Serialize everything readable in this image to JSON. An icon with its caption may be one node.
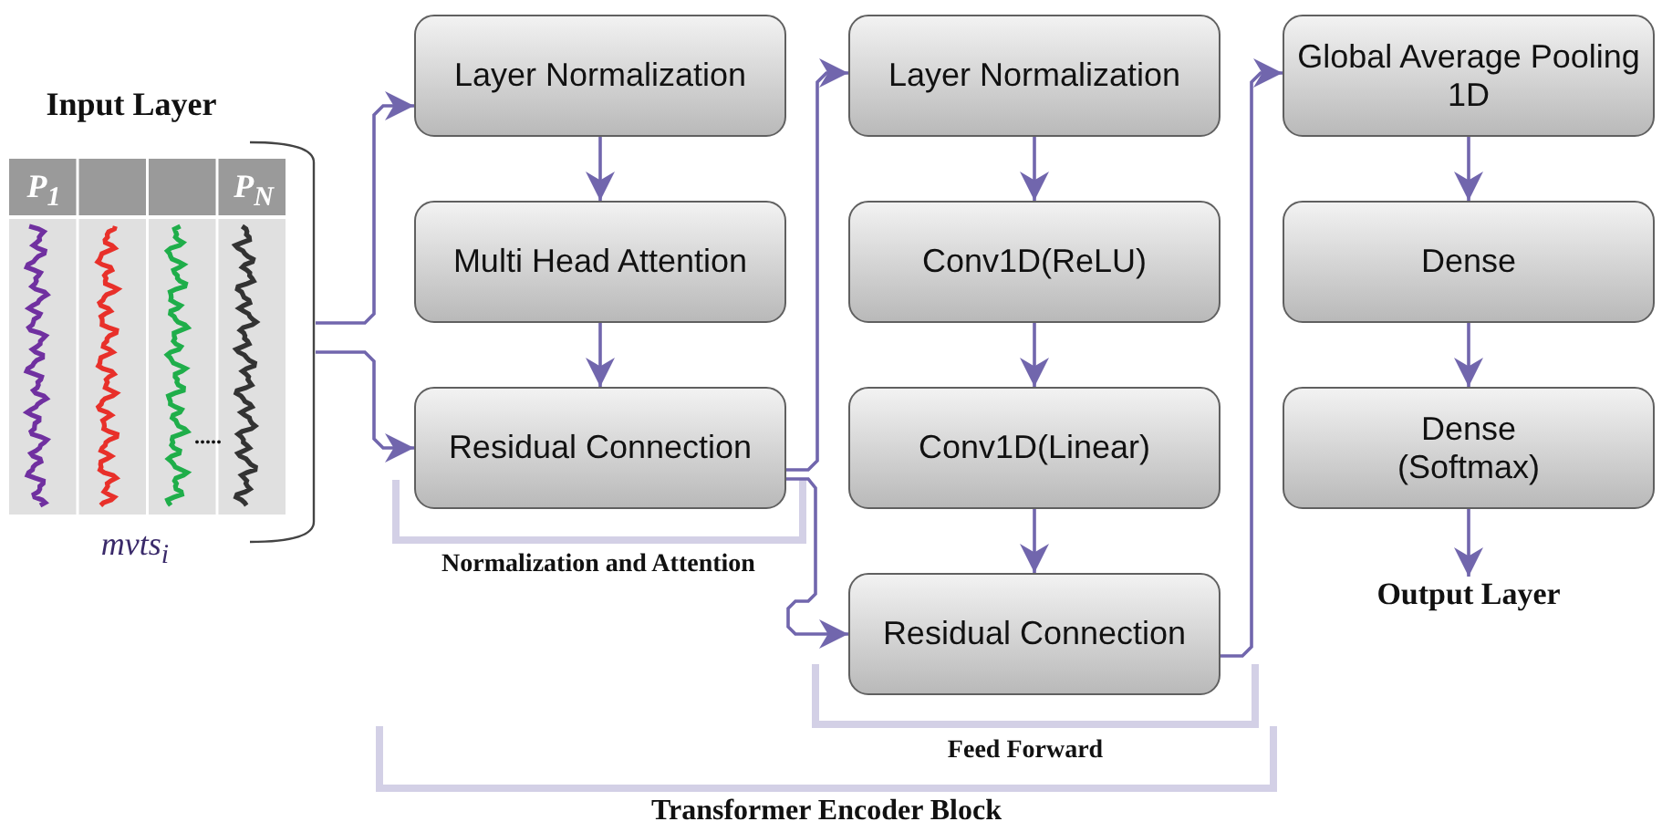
{
  "diagram": {
    "nodes": [
      {
        "text": [
          "Input Layer",
          "P$_{1}$",
          "P$_{N}$",
          ".....",
          "mvts$_{i}$"
        ]
      },
      {
        "text": [
          "Layer Normalization"
        ]
      },
      {
        "text": [
          "Multi Head Attention"
        ]
      },
      {
        "text": [
          "Residual Connection"
        ]
      },
      {
        "text": [
          "Layer Normalization"
        ]
      },
      {
        "text": [
          "Conv1D(ReLU)"
        ]
      },
      {
        "text": [
          "Conv1D(Linear)"
        ]
      },
      {
        "text": [
          "Residual Connection"
        ]
      },
      {
        "text": [
          "Global Average Pooling 1D"
        ]
      },
      {
        "text": [
          "Dense"
        ]
      },
      {
        "text": [
          "Dense (Softmax)"
        ]
      },
      {
        "text": [
          "Output Layer"
        ]
      }
    ],
    "edges": [
      {
        "from": 0,
        "to": 1,
        "arrow": "to"
      },
      {
        "from": 0,
        "to": 3,
        "arrow": "to"
      },
      {
        "from": 1,
        "to": 2,
        "arrow": "to"
      },
      {
        "from": 2,
        "to": 3,
        "arrow": "to"
      },
      {
        "from": 3,
        "to": 4,
        "arrow": "to"
      },
      {
        "from": 3,
        "to": 7,
        "arrow": "to"
      },
      {
        "from": 4,
        "to": 5,
        "arrow": "to"
      },
      {
        "from": 5,
        "to": 6,
        "arrow": "to"
      },
      {
        "from": 6,
        "to": 7,
        "arrow": "to"
      },
      {
        "from": 7,
        "to": 8,
        "arrow": "to"
      },
      {
        "from": 8,
        "to": 9,
        "arrow": "to"
      },
      {
        "from": 9,
        "to": 10,
        "arrow": "to"
      },
      {
        "from": 10,
        "to": 11,
        "arrow": "to"
      }
    ],
    "labels": [
      "Normalization and Attention",
      "Feed Forward",
      "Transformer Encoder Block"
    ]
  }
}
